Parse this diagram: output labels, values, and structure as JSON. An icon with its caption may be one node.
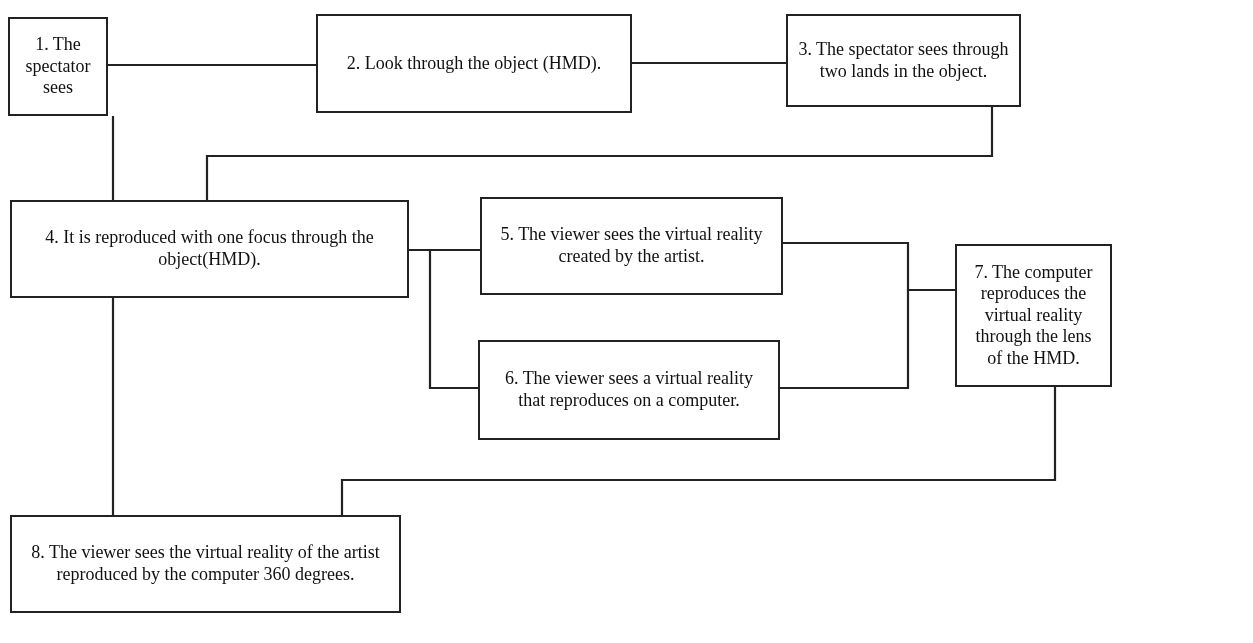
{
  "diagram": {
    "nodes": [
      {
        "text": [
          "1. The spectator sees"
        ]
      },
      {
        "text": [
          "2. Look through the object (HMD)."
        ]
      },
      {
        "text": [
          "3. The spectator sees through two lands in the object."
        ]
      },
      {
        "text": [
          "4. It is reproduced with one focus through the object(HMD)."
        ]
      },
      {
        "text": [
          "5. The viewer sees the virtual reality created by the artist."
        ]
      },
      {
        "text": [
          "6. The viewer sees a virtual reality that reproduces on a computer."
        ]
      },
      {
        "text": [
          "7. The computer reproduces the virtual reality through the lens of the HMD."
        ]
      },
      {
        "text": [
          "8. The viewer sees the virtual reality of the artist reproduced by the computer 360 degrees."
        ]
      }
    ],
    "edges": [
      {
        "from": 0,
        "to": 1,
        "arrow": "none"
      },
      {
        "from": 1,
        "to": 2,
        "arrow": "none"
      },
      {
        "from": 2,
        "to": 3,
        "arrow": "none"
      },
      {
        "from": 0,
        "to": 3,
        "arrow": "none"
      },
      {
        "from": 3,
        "to": 4,
        "arrow": "none"
      },
      {
        "from": 3,
        "to": 5,
        "arrow": "none"
      },
      {
        "from": 4,
        "to": 6,
        "arrow": "none"
      },
      {
        "from": 5,
        "to": 6,
        "arrow": "none"
      },
      {
        "from": 6,
        "to": 7,
        "arrow": "none"
      },
      {
        "from": 3,
        "to": 7,
        "arrow": "none"
      }
    ]
  }
}
